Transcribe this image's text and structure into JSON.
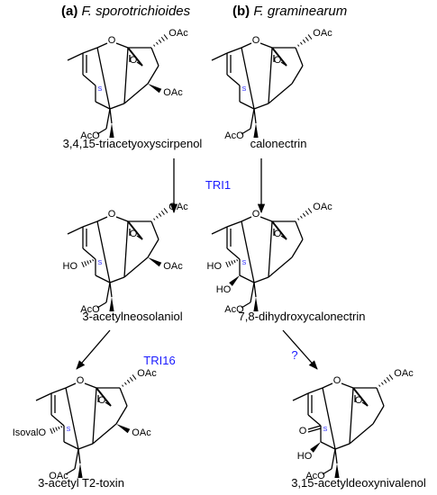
{
  "headers": {
    "a_tag": "(a)",
    "a_name": "F. sporotrichioides",
    "b_tag": "(b)",
    "b_name": "F. graminearum"
  },
  "compounds": {
    "c1": "3,4,15-triacetyoxyscirpenol",
    "c2": "calonectrin",
    "c3": "3-acetylneosolaniol",
    "c4": "7,8-dihydroxycalonectrin",
    "c5": "3-acetyl T2-toxin",
    "c6": "3,15-acetyldeoxynivalenol"
  },
  "enzymes": {
    "e1": "TRI1",
    "e2": "TRI16",
    "e3": "?"
  },
  "atoms": {
    "ring_o": "O",
    "epoxide_o": "O",
    "oac": "OAc",
    "aco": "AcO",
    "ho": "HO",
    "isovalo": "IsovalO",
    "ketone_o": "O",
    "s": "S"
  },
  "colors": {
    "enzyme": "#1a1aff",
    "stereo_s": "#1a1aff",
    "bond": "#000000"
  }
}
